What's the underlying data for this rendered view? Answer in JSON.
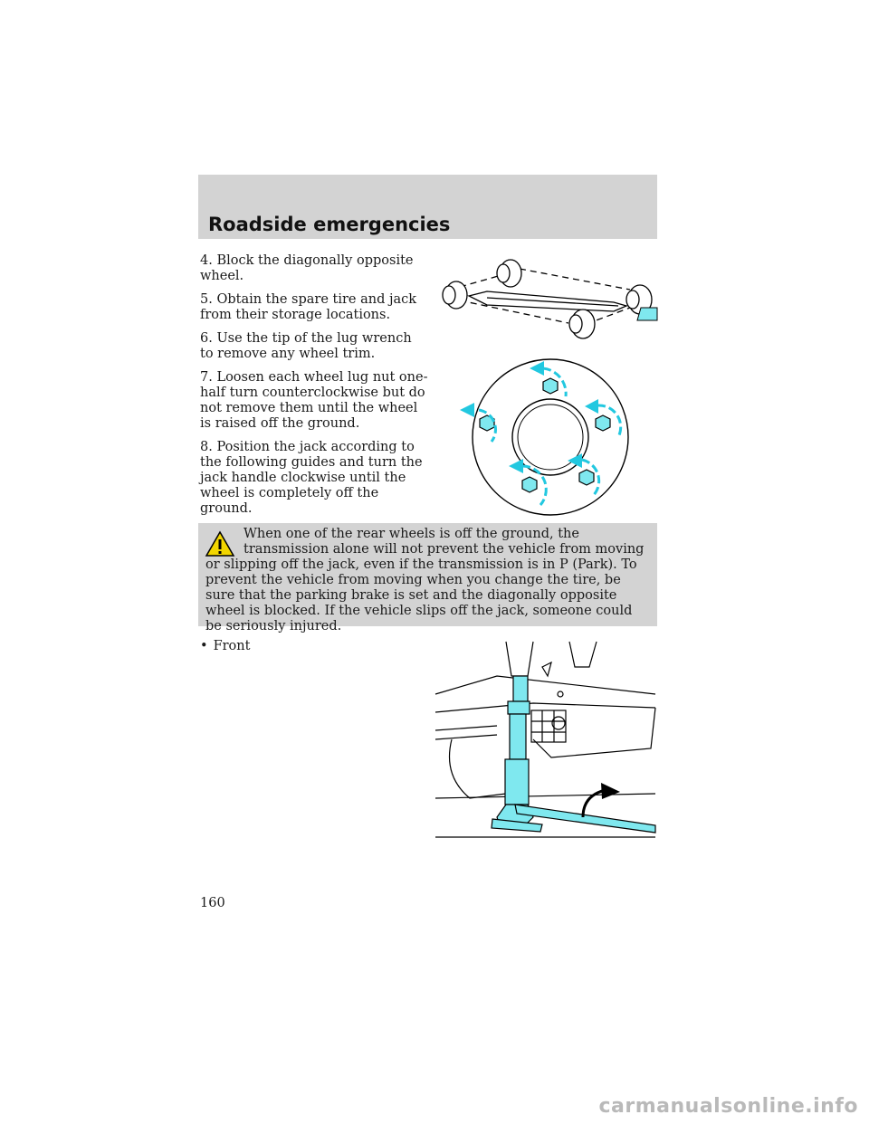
{
  "header": {
    "title": "Roadside emergencies"
  },
  "steps": [
    "4. Block the diagonally opposite wheel.",
    "5. Obtain the spare tire and jack from their storage locations.",
    "6. Use the tip of the lug wrench to remove any wheel trim.",
    "7. Loosen each wheel lug nut one-half turn counterclockwise but do not remove them until the wheel is raised off the ground.",
    "8. Position the jack according to the following guides and turn the jack handle clockwise until the wheel is completely off the ground."
  ],
  "warning": {
    "icon": "warning-triangle-icon",
    "text": "When one of the rear wheels is off the ground, the transmission alone will not prevent the vehicle from moving or slipping off the jack, even if the transmission is in P (Park). To prevent the vehicle from moving when you change the tire, be sure that the parking brake is set and the diagonally opposite wheel is blocked. If the vehicle slips off the jack, someone could be seriously injured."
  },
  "bullets": [
    {
      "marker": "•",
      "text": "Front"
    }
  ],
  "page_number": "160",
  "watermark": "carmanualsonline.info",
  "colors": {
    "header_bg": "#d3d3d3",
    "accent": "#7fe8ef",
    "warning_icon": "#f2d600"
  }
}
